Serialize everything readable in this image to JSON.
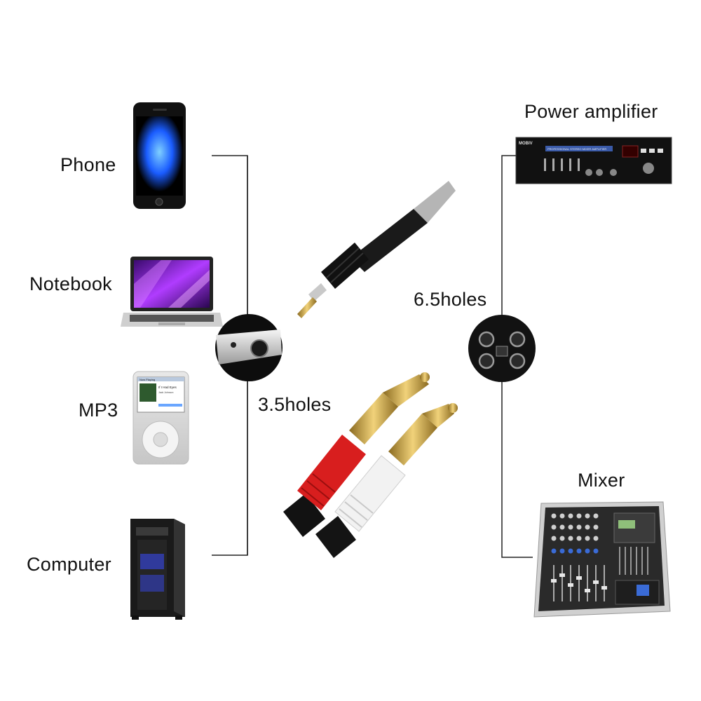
{
  "left_devices": [
    {
      "id": "phone",
      "label": "Phone"
    },
    {
      "id": "notebook",
      "label": "Notebook"
    },
    {
      "id": "mp3",
      "label": "MP3"
    },
    {
      "id": "computer",
      "label": "Computer"
    }
  ],
  "right_devices": [
    {
      "id": "power-amplifier",
      "label": "Power amplifier"
    },
    {
      "id": "mixer",
      "label": "Mixer"
    }
  ],
  "jacks": {
    "left_label": "3.5holes",
    "right_label": "6.5holes"
  },
  "mp3_screen": {
    "header": "Now Playing",
    "track_title": "If I Had Eyes",
    "artist": "Jack Johnson"
  },
  "amplifier_panel": {
    "brand": "MOBIV",
    "model_banner": "PROFESSIONAL STEREO MIXER AMPLIFIER"
  },
  "colors": {
    "connector_line": "#222222",
    "plug_red": "#d81e1e",
    "plug_white": "#f2f2f2",
    "gold": "#c9a24a",
    "screen_purple": "#8a2be2"
  }
}
